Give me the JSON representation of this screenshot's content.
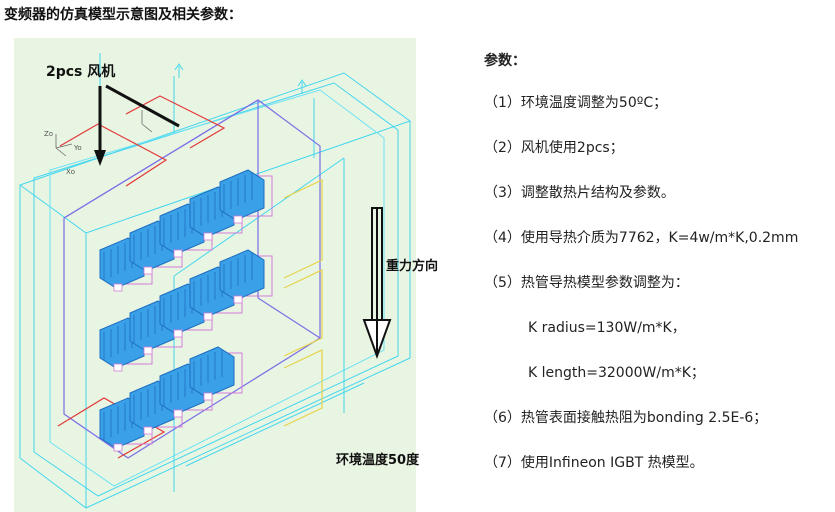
{
  "title": "变频器的仿真模型示意图及相关参数：",
  "figure": {
    "fan_label": "2pcs 风机",
    "gravity_label": "重力方向",
    "ambient_label": "环境温度50度",
    "axis_labels": {
      "z": "Zo",
      "y": "Yo",
      "x": "Xo"
    }
  },
  "params": {
    "heading": "参数：",
    "items": [
      {
        "text": "（1）环境温度调整为50ºC；",
        "indent": false
      },
      {
        "text": "（2）风机使用2pcs；",
        "indent": false
      },
      {
        "text": "（3）调整散热片结构及参数。",
        "indent": false
      },
      {
        "text": "（4）使用导热介质为7762，K=4w/m*K,0.2mm",
        "indent": false
      },
      {
        "text": "（5）热管导热模型参数调整为：",
        "indent": false
      },
      {
        "text": "K radius=130W/m*K，",
        "indent": true
      },
      {
        "text": "K length=32000W/m*K；",
        "indent": true
      },
      {
        "text": "（6）热管表面接触热阻为bonding 2.5E-6；",
        "indent": false
      },
      {
        "text": "（7）使用Infineon IGBT 热模型。",
        "indent": false
      }
    ]
  },
  "colors": {
    "background": "#e9f5e3",
    "enclosure": "#44d6ee",
    "module": "#3aa0e8",
    "module_dark": "#1e6fc0",
    "outline": "#7b6fe6",
    "heatpipe": "#d37ad8",
    "yellow": "#e7d24a",
    "red": "#e23a3a",
    "arrow": "#111111"
  }
}
